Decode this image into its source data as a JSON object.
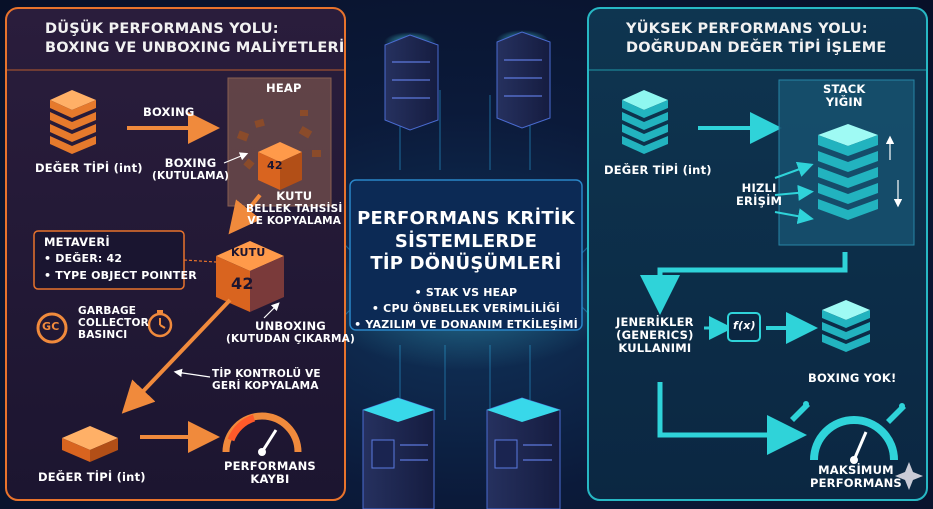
{
  "left_panel": {
    "title_line1": "DÜŞÜK PERFORMANS YOLU:",
    "title_line2": "BOXING VE UNBOXING MALİYETLERİ",
    "value_type_top": "DEĞER TİPİ (int)",
    "boxing_arrow": "BOXING",
    "heap_label": "HEAP",
    "boxing_note_line1": "BOXING",
    "boxing_note_line2": "(KUTULAMA)",
    "heap_box_value": "42",
    "kutu_note_line1": "KUTU",
    "kutu_note_line2": "BELLEK TAHSİSİ",
    "kutu_note_line3": "VE KOPYALAMA",
    "metadata_title": "METAVERİ",
    "metadata_value": "• DEĞER: 42",
    "metadata_pointer": "• TYPE OBJECT POINTER",
    "box_label": "KUTU",
    "box_value": "42",
    "gc_icon_text": "GC",
    "gc_line1": "GARBAGE",
    "gc_line2": "COLLECTOR",
    "gc_line3": "BASINCI",
    "unboxing_line1": "UNBOXING",
    "unboxing_line2": "(KUTUDAN ÇIKARMA)",
    "type_check_line1": "TİP KONTROLÜ VE",
    "type_check_line2": "GERİ KOPYALAMA",
    "value_type_bottom": "DEĞER TİPİ (int)",
    "perf_loss_line1": "PERFORMANS",
    "perf_loss_line2": "KAYBI"
  },
  "center": {
    "title_line1": "PERFORMANS KRİTİK",
    "title_line2": "SİSTEMLERDE",
    "title_line3": "TİP DÖNÜŞÜMLERİ",
    "bullets": [
      "• STAK VS HEAP",
      "• CPU ÖNBELLEK VERİMLİLİĞİ",
      "• YAZILIM VE DONANIM ETKİLEŞİMİ"
    ]
  },
  "right_panel": {
    "title_line1": "YÜKSEK PERFORMANS YOLU:",
    "title_line2": "DOĞRUDAN DEĞER TİPİ İŞLEME",
    "stack_line1": "STACK",
    "stack_line2": "YIĞIN",
    "value_type": "DEĞER TİPİ (int)",
    "fast_line1": "HIZLI",
    "fast_line2": "ERİŞİM",
    "generics_line1": "JENERİKLER",
    "generics_line2": "(GENERICS)",
    "generics_line3": "KULLANIMI",
    "fx_icon_text": "f(x)",
    "no_boxing": "BOXING YOK!",
    "max_perf_line1": "MAKSİMUM",
    "max_perf_line2": "PERFORMANS"
  },
  "colors": {
    "orange": "#f08a3c",
    "orange_border": "#e8732c",
    "cyan": "#2fd3d9",
    "cyan_border": "#27b8c4",
    "navy": "#0b1530"
  }
}
